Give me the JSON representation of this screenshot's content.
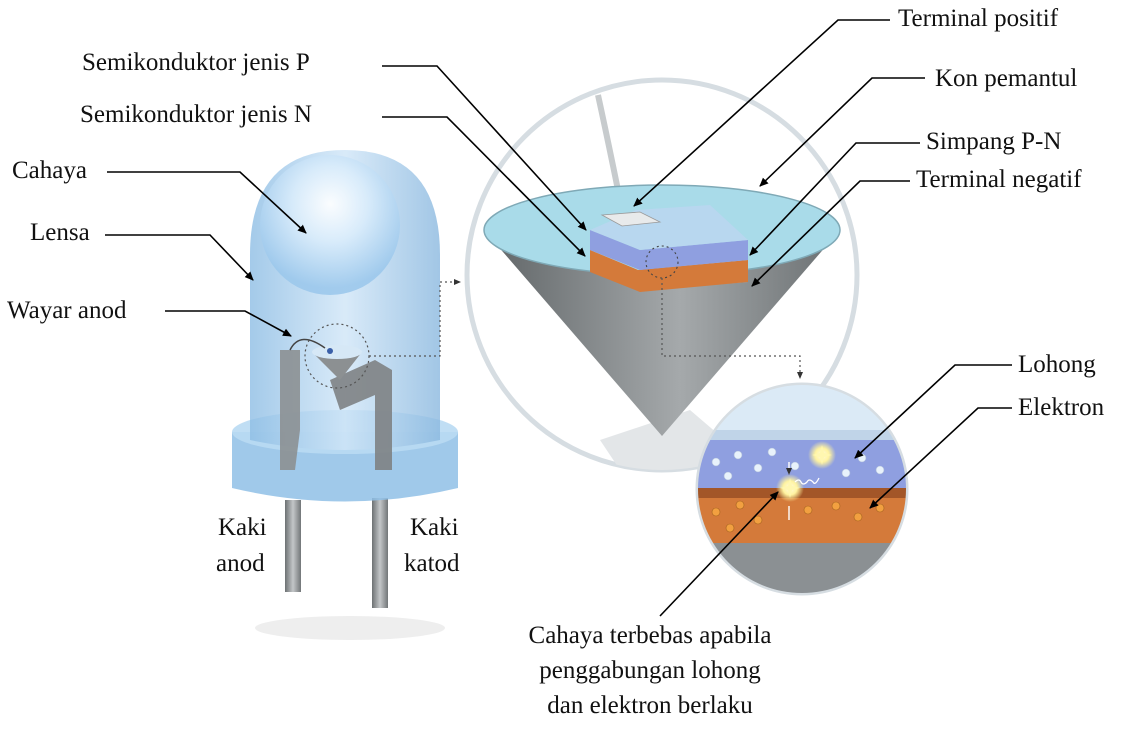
{
  "labels": {
    "terminal_positif": "Terminal positif",
    "semikonduktor_p": "Semikonduktor jenis P",
    "kon_pemantul": "Kon pemantul",
    "semikonduktor_n": "Semikonduktor jenis N",
    "simpang_pn": "Simpang P-N",
    "cahaya": "Cahaya",
    "terminal_negatif": "Terminal negatif",
    "lensa": "Lensa",
    "wayar_anod": "Wayar anod",
    "lohong": "Lohong",
    "elektron": "Elektron",
    "kaki_anod_1": "Kaki",
    "kaki_anod_2": "anod",
    "kaki_katod_1": "Kaki",
    "kaki_katod_2": "katod",
    "caption_1": "Cahaya terbebas apabila",
    "caption_2": "penggabungan lohong",
    "caption_3": "dan elektron berlaku"
  },
  "colors": {
    "p_layer": "#8f9fe0",
    "n_layer": "#d47a3a",
    "lens_blue": "#a8cfee",
    "cone_grey": "#6f7476",
    "hole": "#e8f2fb",
    "electron": "#f2a040"
  }
}
